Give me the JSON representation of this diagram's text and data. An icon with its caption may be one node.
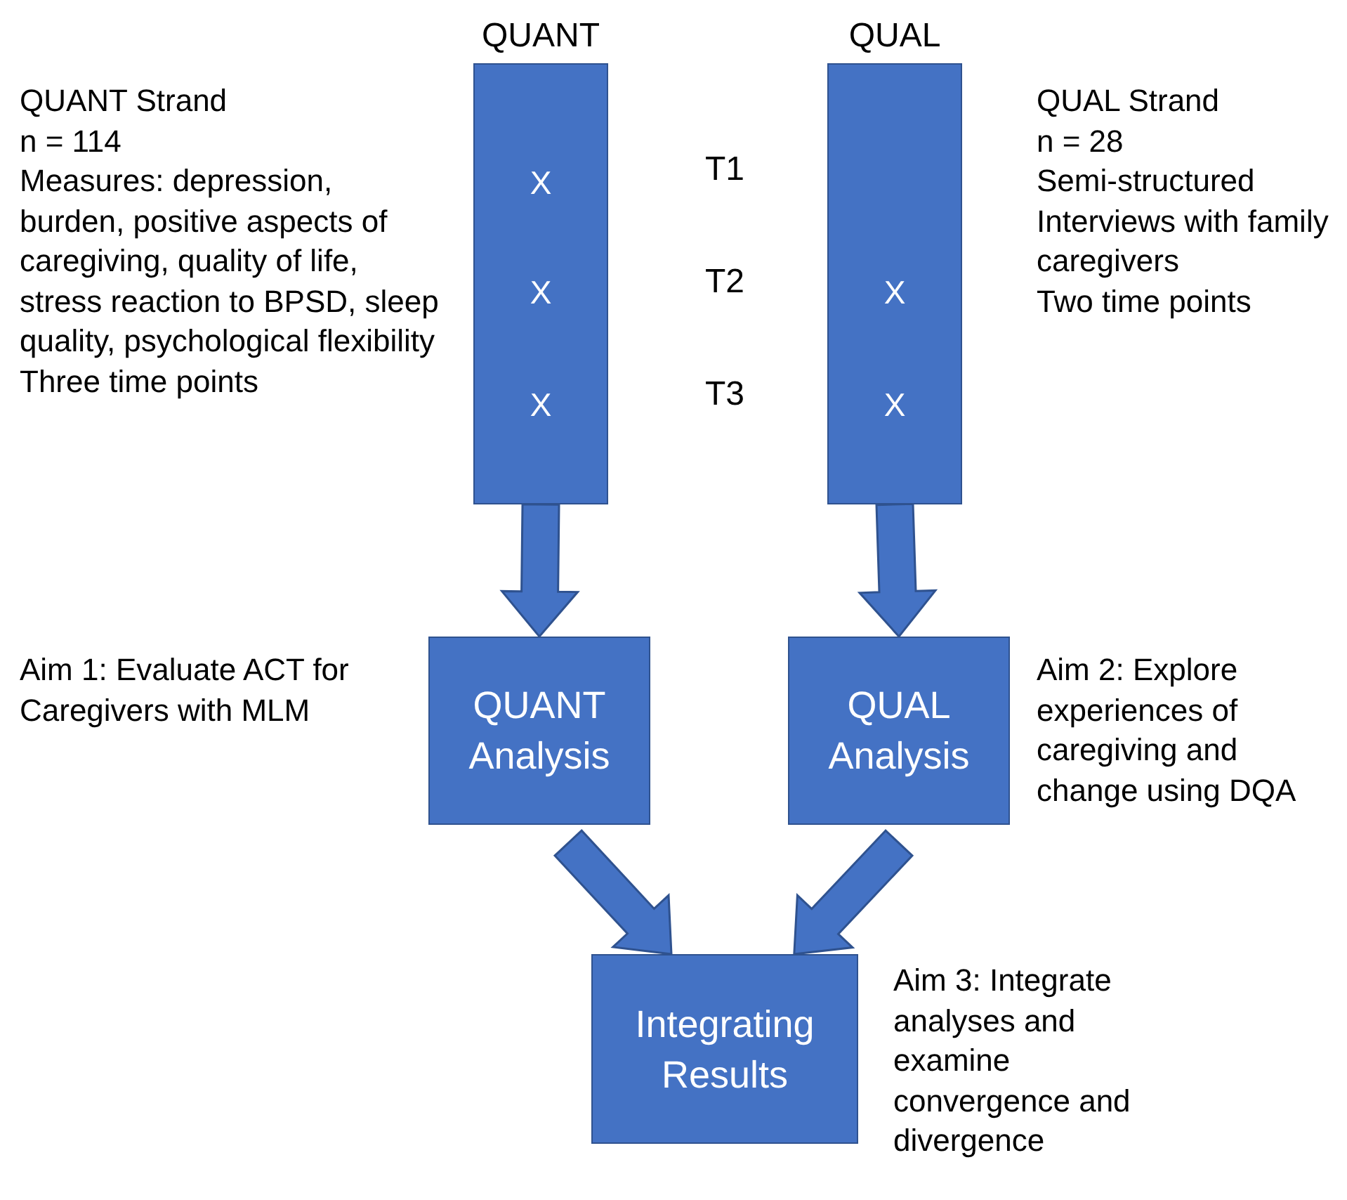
{
  "diagram": {
    "nodes": [
      {
        "text": [
          "QUANT",
          "X",
          "X",
          "X"
        ],
        "beside": [
          "QUANT Strand",
          "n = 114",
          "Measures: depression, burden, positive aspects of caregiving, quality of life, stress reaction to BPSD, sleep quality, psychological flexibility",
          "Three time points"
        ]
      },
      {
        "text": [
          "QUAL",
          "X",
          "X"
        ],
        "beside": [
          "QUAL Strand",
          "n = 28",
          "Semi-structured Interviews with family caregivers",
          "Two time points"
        ]
      },
      {
        "text": [
          "QUANT Analysis"
        ],
        "beside": [
          "Aim 1: Evaluate ACT for Caregivers with MLM"
        ]
      },
      {
        "text": [
          "QUAL Analysis"
        ],
        "beside": [
          "Aim 2: Explore experiences of caregiving and change using DQA"
        ]
      },
      {
        "text": [
          "Integrating Results"
        ],
        "beside": [
          "Aim 3: Integrate analyses and examine convergence and divergence"
        ]
      }
    ],
    "edges": [
      {
        "from": 0,
        "to": 2,
        "arrow": "to"
      },
      {
        "from": 1,
        "to": 3,
        "arrow": "to"
      },
      {
        "from": 2,
        "to": 4,
        "arrow": "to"
      },
      {
        "from": 3,
        "to": 4,
        "arrow": "to"
      }
    ],
    "labels": [
      "T1",
      "T2",
      "T3"
    ]
  }
}
